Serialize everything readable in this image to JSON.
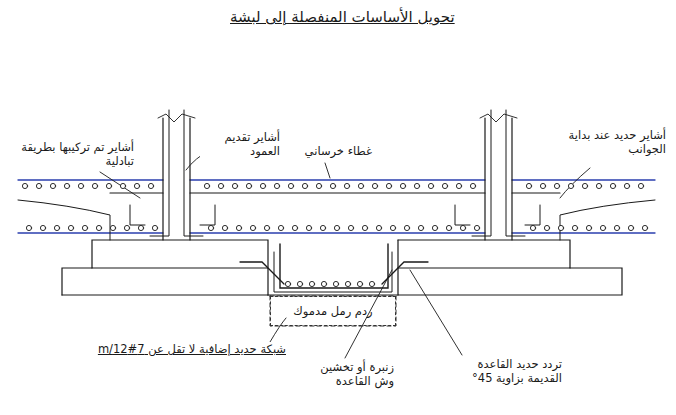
{
  "diagram": {
    "title": "تحويل الأساسات المنفصلة إلى لبشة",
    "nodes": [
      {
        "text": [
          "ردم رمل مدموك"
        ]
      }
    ],
    "labels": [
      "أشاير تم تركيبها بطريقة تبادلية",
      "أشاير تقديم العمود",
      "غطاء خرساني",
      "أشاير حديد عند بداية الجوانب",
      "شبكة حديد إضافية لا تقل عن 7#12/m",
      "زنبرة أو تخشين وش القاعدة",
      "تردد حديد القاعدة القديمة بزاوية 45°"
    ]
  }
}
